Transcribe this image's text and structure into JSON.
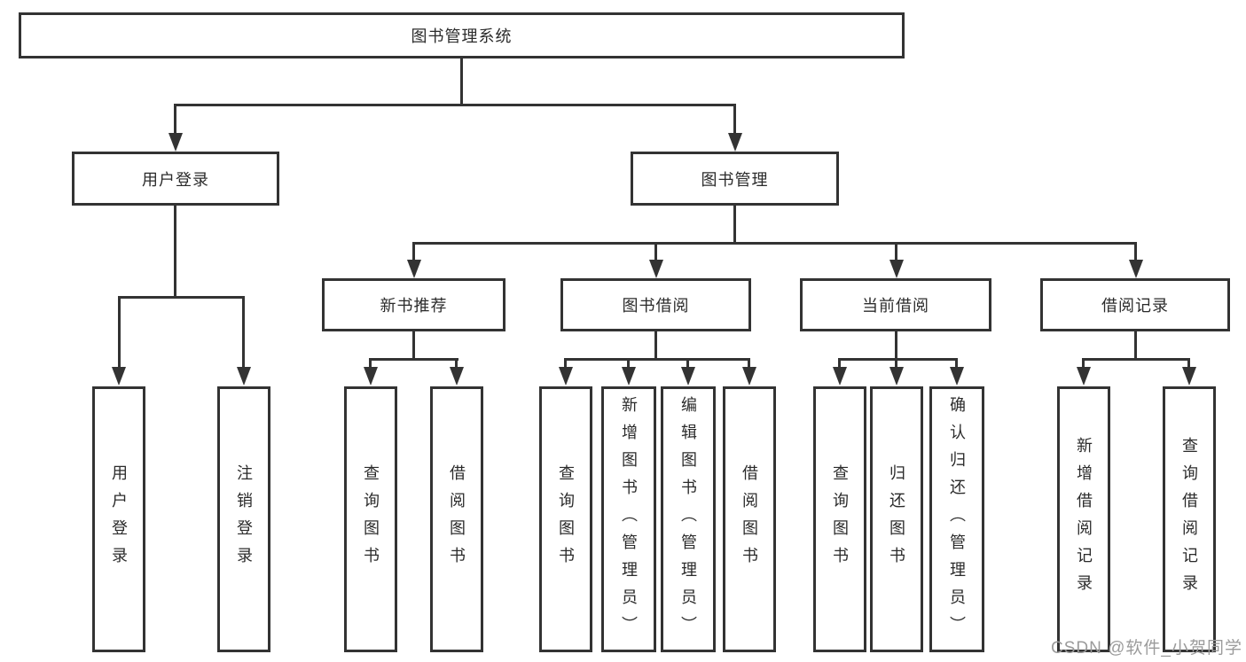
{
  "colors": {
    "line": "#333333",
    "text": "#2b2b2b",
    "watermark": "#9b9b9b",
    "box-bg": "#ffffff",
    "page-bg": "#ffffff"
  },
  "tree": {
    "root": {
      "label": "图书管理系统",
      "children": [
        {
          "label": "用户登录",
          "children": [
            {
              "label": "用户登录"
            },
            {
              "label": "注销登录"
            }
          ]
        },
        {
          "label": "图书管理",
          "children": [
            {
              "label": "新书推荐",
              "children": [
                {
                  "label": "查询图书"
                },
                {
                  "label": "借阅图书"
                }
              ]
            },
            {
              "label": "图书借阅",
              "children": [
                {
                  "label": "查询图书"
                },
                {
                  "label": "新增图书（管理员）"
                },
                {
                  "label": "编辑图书（管理员）"
                },
                {
                  "label": "借阅图书"
                }
              ]
            },
            {
              "label": "当前借阅",
              "children": [
                {
                  "label": "查询图书"
                },
                {
                  "label": "归还图书"
                },
                {
                  "label": "确认归还（管理员）"
                }
              ]
            },
            {
              "label": "借阅记录",
              "children": [
                {
                  "label": "新增借阅记录"
                },
                {
                  "label": "查询借阅记录"
                }
              ]
            }
          ]
        }
      ]
    }
  },
  "watermark": {
    "text": "CSDN @软件_小贺同学"
  }
}
